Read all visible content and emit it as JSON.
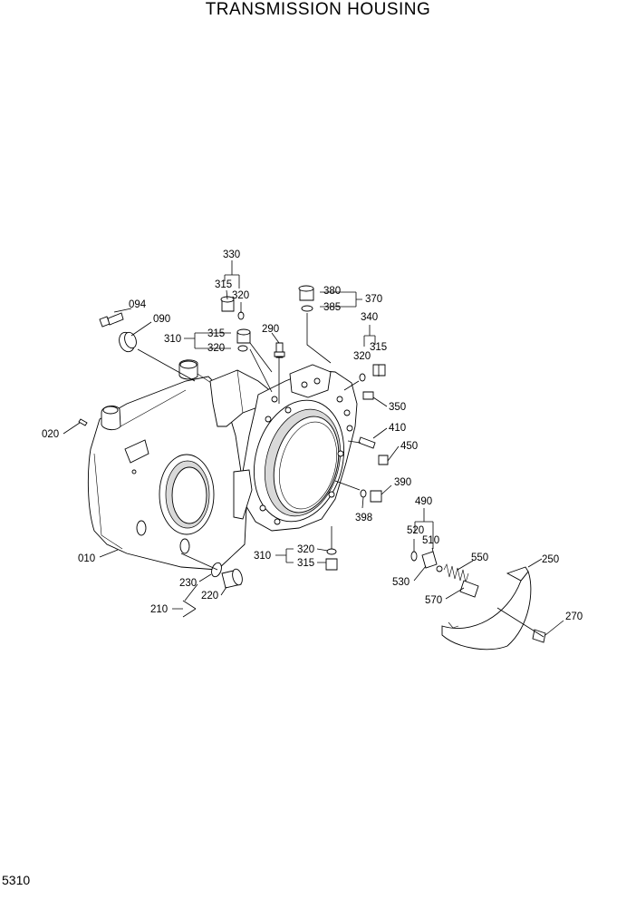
{
  "title": "TRANSMISSION HOUSING",
  "page_number": "5310",
  "callouts": {
    "c330": "330",
    "c315a": "315",
    "c320a": "320",
    "c094": "094",
    "c090": "090",
    "c315b": "315",
    "c310a": "310",
    "c320b": "320",
    "c290": "290",
    "c380": "380",
    "c385": "385",
    "c370": "370",
    "c340": "340",
    "c320c": "320",
    "c315c": "315",
    "c350": "350",
    "c410": "410",
    "c450": "450",
    "c020": "020",
    "c390": "390",
    "c398": "398",
    "c490": "490",
    "c520": "520",
    "c510": "510",
    "c550": "550",
    "c250": "250",
    "c320d": "320",
    "c310b": "310",
    "c315d": "315",
    "c010": "010",
    "c230": "230",
    "c220": "220",
    "c210": "210",
    "c530": "530",
    "c570": "570",
    "c270": "270"
  }
}
